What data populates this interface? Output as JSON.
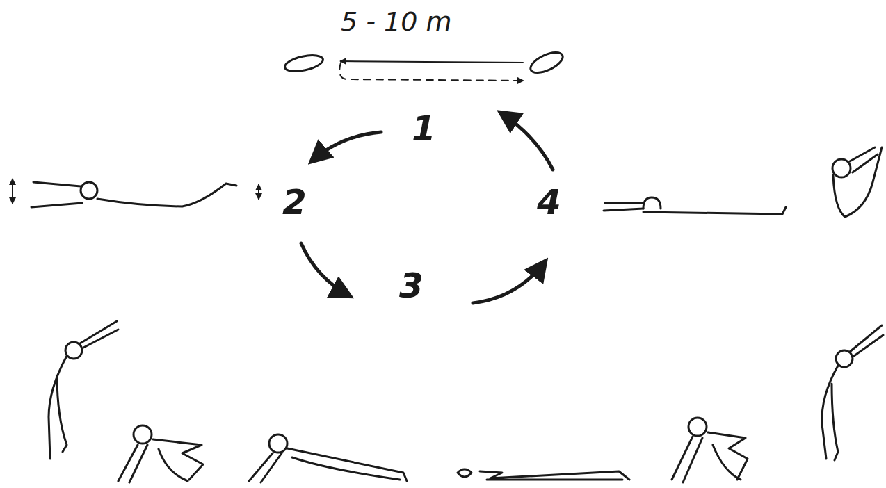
{
  "diagram": {
    "labels": [
      "5 - 10 m",
      "1",
      "2",
      "3",
      "4"
    ]
  }
}
